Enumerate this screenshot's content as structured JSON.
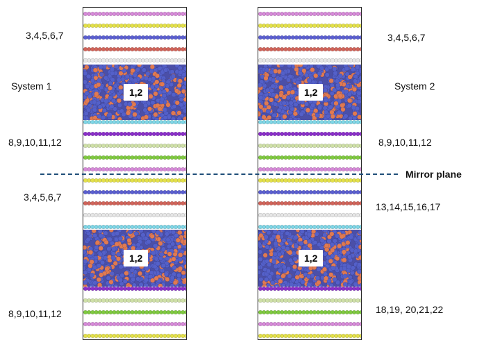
{
  "labels": {
    "sys1_top": "3,4,5,6,7",
    "sys1_name": "System 1",
    "sys1_mid": "8,9,10,11,12",
    "sys1_low": "3,4,5,6,7",
    "sys1_bottom": "8,9,10,11,12",
    "sys2_top": "3,4,5,6,7",
    "sys2_name": "System 2",
    "sys2_mid": "8,9,10,11,12",
    "sys2_low": "13,14,15,16,17",
    "sys2_bottom": "18,19, 20,21,22",
    "mirror": "Mirror plane"
  },
  "blocks": {
    "upper_tag": "1,2",
    "lower_tag": "1,2"
  },
  "colors": {
    "magenta": "#d68ad8",
    "yellow": "#e3e04a",
    "blue": "#5b5fd0",
    "red": "#d0645a",
    "white": "#e6e6e6",
    "cyan": "#7fd6e6",
    "purple": "#8a2fc9",
    "pale_green": "#cfe0a8",
    "green": "#7fc940",
    "mirror_line": "#1f4e79",
    "particle_blue": "#5460c9",
    "particle_orange": "#e07a52"
  },
  "rows_top": [
    "magenta",
    "yellow",
    "blue",
    "red",
    "white"
  ],
  "rows_mid": [
    "cyan",
    "purple",
    "pale_green",
    "green",
    "magenta"
  ],
  "rows_low": [
    "yellow",
    "blue",
    "red",
    "white",
    "cyan"
  ],
  "rows_bottom": [
    "purple",
    "pale_green",
    "green",
    "magenta",
    "yellow"
  ]
}
